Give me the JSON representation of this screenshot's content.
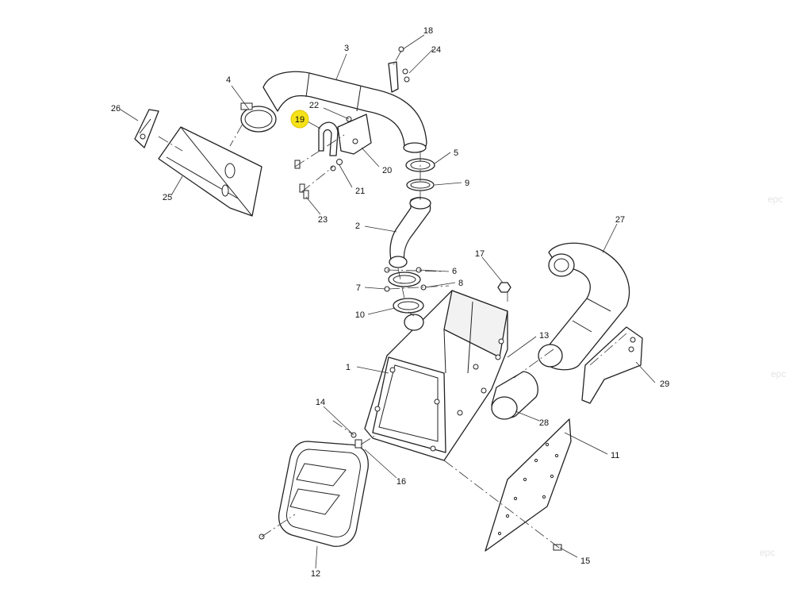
{
  "diagram": {
    "highlight_color": "#f5e219",
    "callouts": [
      {
        "id": "c1",
        "label": "1"
      },
      {
        "id": "c2",
        "label": "2"
      },
      {
        "id": "c3",
        "label": "3"
      },
      {
        "id": "c4",
        "label": "4"
      },
      {
        "id": "c5",
        "label": "5"
      },
      {
        "id": "c6",
        "label": "6"
      },
      {
        "id": "c7",
        "label": "7"
      },
      {
        "id": "c8",
        "label": "8"
      },
      {
        "id": "c9",
        "label": "9"
      },
      {
        "id": "c10",
        "label": "10"
      },
      {
        "id": "c11",
        "label": "11"
      },
      {
        "id": "c12",
        "label": "12"
      },
      {
        "id": "c13",
        "label": "13"
      },
      {
        "id": "c14",
        "label": "14"
      },
      {
        "id": "c15",
        "label": "15"
      },
      {
        "id": "c16",
        "label": "16"
      },
      {
        "id": "c17",
        "label": "17"
      },
      {
        "id": "c18",
        "label": "18"
      },
      {
        "id": "c19",
        "label": "19"
      },
      {
        "id": "c20",
        "label": "20"
      },
      {
        "id": "c21",
        "label": "21"
      },
      {
        "id": "c22",
        "label": "22"
      },
      {
        "id": "c23",
        "label": "23"
      },
      {
        "id": "c24",
        "label": "24"
      },
      {
        "id": "c25",
        "label": "25"
      },
      {
        "id": "c26",
        "label": "26"
      },
      {
        "id": "c27",
        "label": "27"
      },
      {
        "id": "c28",
        "label": "28"
      },
      {
        "id": "c29",
        "label": "29"
      }
    ],
    "highlighted_callout": "19",
    "watermark": "epc"
  }
}
